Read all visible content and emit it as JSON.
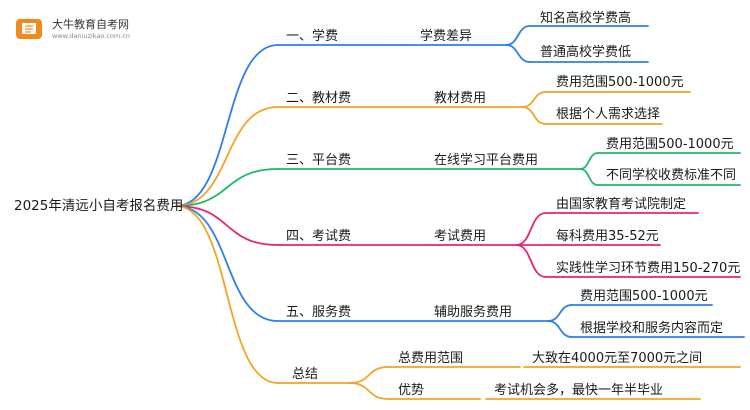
{
  "brand": {
    "name": "大牛教育自考网",
    "url": "www.daniuzikao.com.cn",
    "color": "#f08a1c"
  },
  "root": "2025年清远小自考报名费用",
  "colors": {
    "blue": "#2f7fe8",
    "orange": "#f2a524",
    "green": "#22b86a",
    "pink": "#e8246f"
  },
  "branches": [
    {
      "label": "一、学费",
      "color": "blue",
      "mid": "学费差异",
      "leaves": [
        "知名高校学费高",
        "普通高校学费低"
      ]
    },
    {
      "label": "二、教材费",
      "color": "orange",
      "mid": "教材费用",
      "leaves": [
        "费用范围500-1000元",
        "根据个人需求选择"
      ]
    },
    {
      "label": "三、平台费",
      "color": "green",
      "mid": "在线学习平台费用",
      "leaves": [
        "费用范围500-1000元",
        "不同学校收费标准不同"
      ]
    },
    {
      "label": "四、考试费",
      "color": "pink",
      "mid": "考试费用",
      "leaves": [
        "由国家教育考试院制定",
        "每科费用35-52元",
        "实践性学习环节费用150-270元"
      ]
    },
    {
      "label": "五、服务费",
      "color": "blue",
      "mid": "辅助服务费用",
      "leaves": [
        "费用范围500-1000元",
        "根据学校和服务内容而定"
      ]
    },
    {
      "label": "总结",
      "color": "orange",
      "subs": [
        {
          "label": "总费用范围",
          "value": "大致在4000元至7000元之间"
        },
        {
          "label": "优势",
          "value": "考试机会多，最快一年半毕业"
        }
      ]
    }
  ]
}
